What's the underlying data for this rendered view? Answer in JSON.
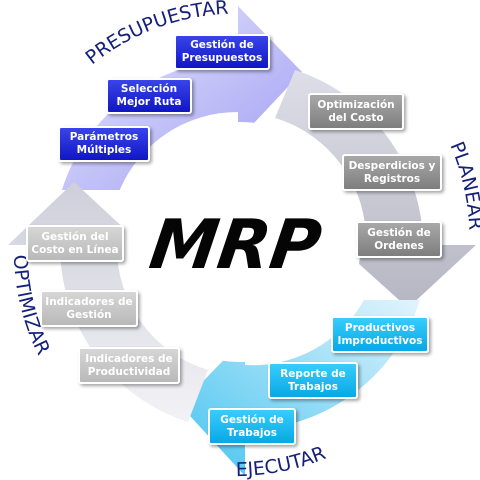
{
  "center": {
    "label": "MRP"
  },
  "phases": {
    "presupuestar": "PRESUPUESTAR",
    "planear": "PLANEAR",
    "ejecutar": "EJECUTAR",
    "optimizar": "OPTIMIZAR"
  },
  "boxes": {
    "gestion_presupuestos": "Gestión de\nPresupuestos",
    "seleccion_ruta": "Selección\nMejor Ruta",
    "parametros": "Parámetros\nMúltiples",
    "optimizacion_costo": "Optimización\ndel Costo",
    "desperdicios": "Desperdicios y\nRegistros",
    "gestion_ordenes": "Gestión de\nOrdenes",
    "productivos": "Productivos\nImproductivos",
    "reporte_trabajos": "Reporte de\nTrabajos",
    "gestion_trabajos": "Gestión de\nTrabajos",
    "costo_linea": "Gestión del\nCosto en Línea",
    "indicadores_gestion": "Indicadores de\nGestión",
    "indicadores_productividad": "Indicadores de\nProductividad"
  },
  "colors": {
    "presupuestar": "#3a44ea",
    "planear": "#8f8f8f",
    "ejecutar": "#18b6f0",
    "optimizar": "#c4c4c4",
    "phase_text": "#14207a",
    "ring_purple": "#a8a6f4",
    "ring_gray": "#c3c3cc",
    "ring_cyan": "#4fc8f1",
    "ring_light": "#dcdce4"
  }
}
